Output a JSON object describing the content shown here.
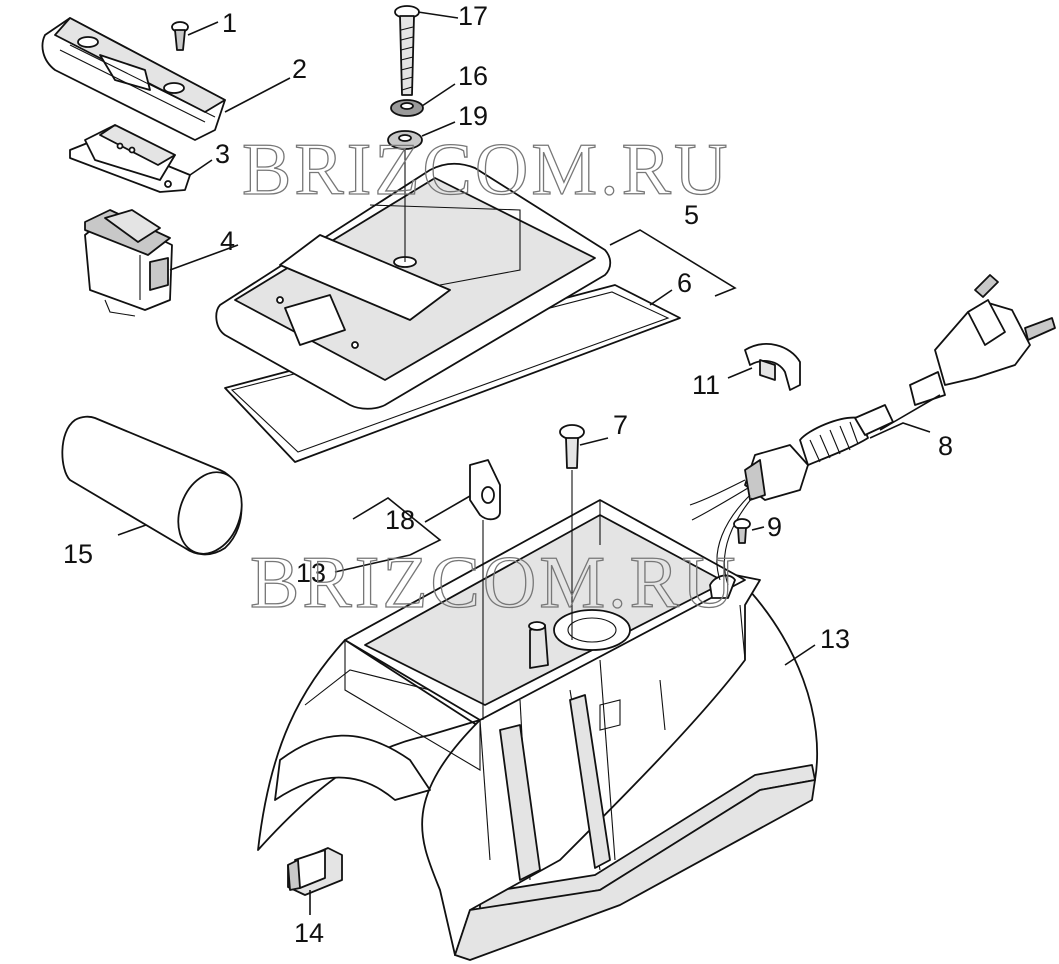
{
  "watermark": "BRIZCOM.RU",
  "callouts": {
    "c1": "1",
    "c2": "2",
    "c3": "3",
    "c4": "4",
    "c5": "5",
    "c6": "6",
    "c7": "7",
    "c8": "8",
    "c9": "9",
    "c11": "11",
    "c13a": "13",
    "c13b": "13",
    "c14": "14",
    "c15": "15",
    "c16": "16",
    "c17": "17",
    "c18": "18",
    "c19": "19"
  }
}
